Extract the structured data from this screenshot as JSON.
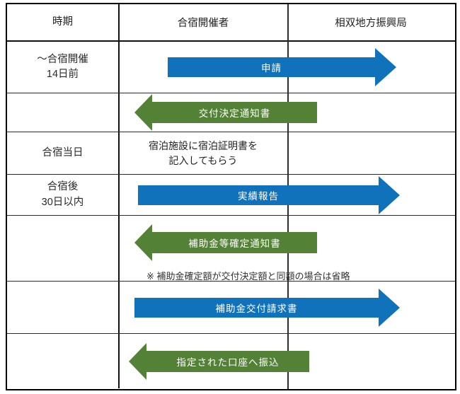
{
  "colors": {
    "blue": "#1172bc",
    "green": "#538135"
  },
  "table": {
    "headers": [
      {
        "label": "時期"
      },
      {
        "label": "合宿開催者"
      },
      {
        "label": "相双地方振興局"
      }
    ],
    "rows": [
      {
        "period": "～合宿開催\n14日前",
        "arrow": {
          "direction": "right",
          "label": "申請",
          "color": "blue"
        }
      },
      {
        "period": "",
        "arrow": {
          "direction": "left",
          "label": "交付決定通知書",
          "color": "green"
        }
      },
      {
        "period": "合宿当日",
        "text": "宿泊施設に宿泊証明書を\n記入してもらう"
      },
      {
        "period": "合宿後\n30日以内",
        "arrow": {
          "direction": "right",
          "label": "実績報告",
          "color": "blue"
        }
      },
      {
        "period": "",
        "arrow": {
          "direction": "left",
          "label": "補助金等確定通知書",
          "color": "green"
        },
        "note": "※ 補助金確定額が交付決定額と同額の場合は省略"
      },
      {
        "period": "",
        "arrow": {
          "direction": "right",
          "label": "補助金交付請求書",
          "color": "blue"
        }
      },
      {
        "period": "",
        "arrow": {
          "direction": "left",
          "label": "指定された口座へ振込",
          "color": "green"
        }
      }
    ]
  }
}
